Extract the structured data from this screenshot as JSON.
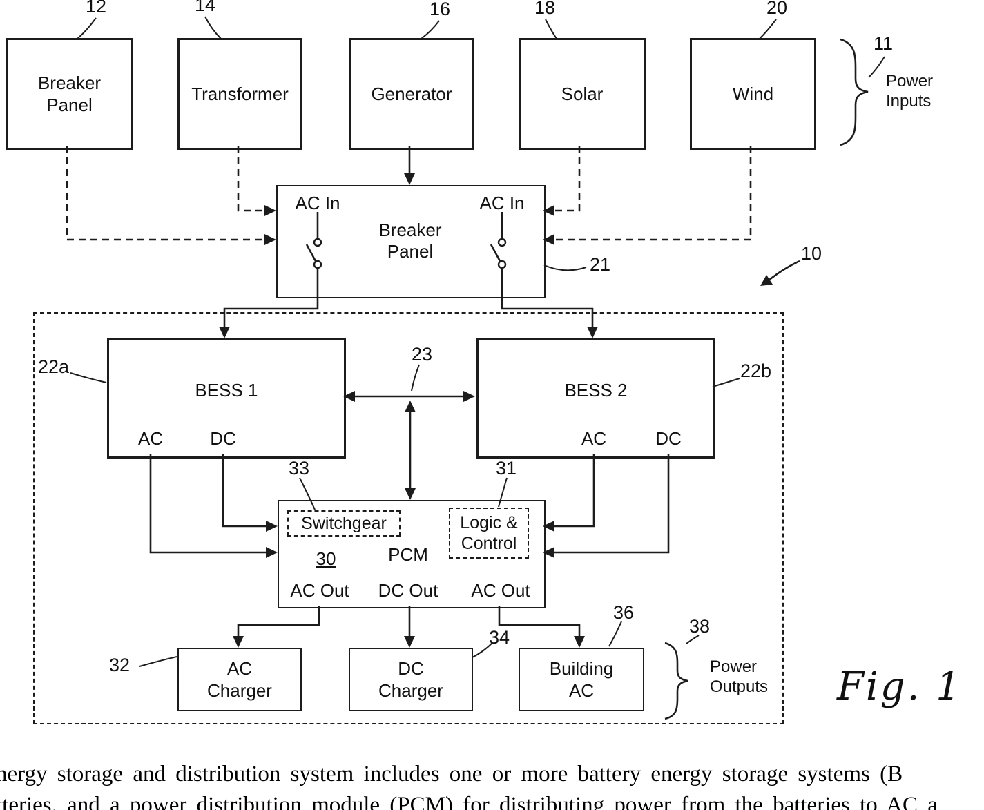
{
  "diagram": {
    "power_inputs": {
      "label": "Power Inputs",
      "ref": "11",
      "items": [
        {
          "ref": "12",
          "label": "Breaker Panel"
        },
        {
          "ref": "14",
          "label": "Transformer"
        },
        {
          "ref": "16",
          "label": "Generator"
        },
        {
          "ref": "18",
          "label": "Solar"
        },
        {
          "ref": "20",
          "label": "Wind"
        }
      ]
    },
    "system_ref": "10",
    "breaker_panel": {
      "ref": "21",
      "label": "Breaker Panel",
      "ac_in_left": "AC In",
      "ac_in_right": "AC In"
    },
    "bess1": {
      "ref": "22a",
      "label": "BESS 1",
      "ac": "AC",
      "dc": "DC"
    },
    "bess2": {
      "ref": "22b",
      "label": "BESS 2",
      "ac": "AC",
      "dc": "DC"
    },
    "bus_ref": "23",
    "pcm": {
      "number": "30",
      "label": "PCM",
      "switchgear": {
        "ref": "33",
        "label": "Switchgear"
      },
      "logic_control": {
        "ref": "31",
        "label": "Logic & Control"
      },
      "ac_out_left": "AC Out",
      "dc_out": "DC Out",
      "ac_out_right": "AC Out"
    },
    "power_outputs": {
      "label": "Power Outputs",
      "ref": "38",
      "items": [
        {
          "ref": "32",
          "label": "AC Charger"
        },
        {
          "ref": "34",
          "label": "DC Charger"
        },
        {
          "ref": "36",
          "label": "Building AC"
        }
      ]
    },
    "fig_label": "Fig. 1"
  },
  "caption": {
    "line1": "nergy storage and distribution system includes one or more battery energy storage systems (B",
    "line2": "tteries, and a power distribution module (PCM) for distributing power from the batteries to AC a"
  }
}
